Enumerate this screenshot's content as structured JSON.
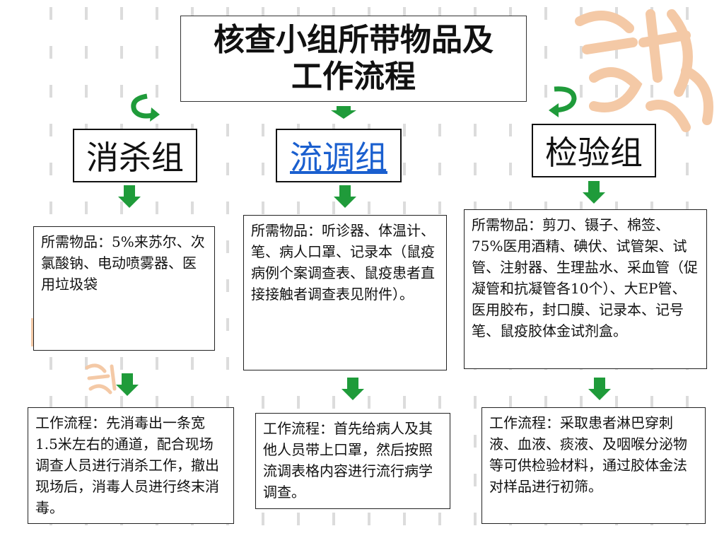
{
  "title": {
    "line1": "核查小组所带物品及",
    "line2": "工作流程"
  },
  "groups": [
    {
      "name": "消杀组",
      "items": "所需物品：5%来苏尔、次氯酸钠、电动喷雾器、医用垃圾袋",
      "workflow": "工作流程：先消毒出一条宽1.5米左右的通道，配合现场调查人员进行消杀工作，撤出现场后，消毒人员进行终末消毒。"
    },
    {
      "name": "流调组",
      "items": "所需物品：听诊器、体温计、笔、病人口罩、记录本（鼠疫病例个案调查表、鼠疫患者直接接触者调查表见附件）。",
      "workflow": "工作流程：首先给病人及其他人员带上口罩，然后按照流调表格内容进行流行病学调查。"
    },
    {
      "name": "检验组",
      "items": "所需物品：剪刀、镊子、棉签、75%医用酒精、碘伏、试管架、试管、注射器、生理盐水、采血管（促凝管和抗凝管各10个）、大EP管、医用胶布，封口膜、记录本、记号笔、鼠疫胶体金试剂盒。",
      "workflow": "工作流程：采取患者淋巴穿刺液、血液、痰液、及咽喉分泌物等可供检验材料，通过胶体金法对样品进行初筛。"
    }
  ],
  "colors": {
    "arrow_green": "#1f9b3a",
    "link_blue": "#1a5fcf",
    "watermark": "#f4c9a6"
  },
  "icons": [
    "curved-arrow-icon",
    "down-arrow-icon",
    "watermark-logo"
  ]
}
